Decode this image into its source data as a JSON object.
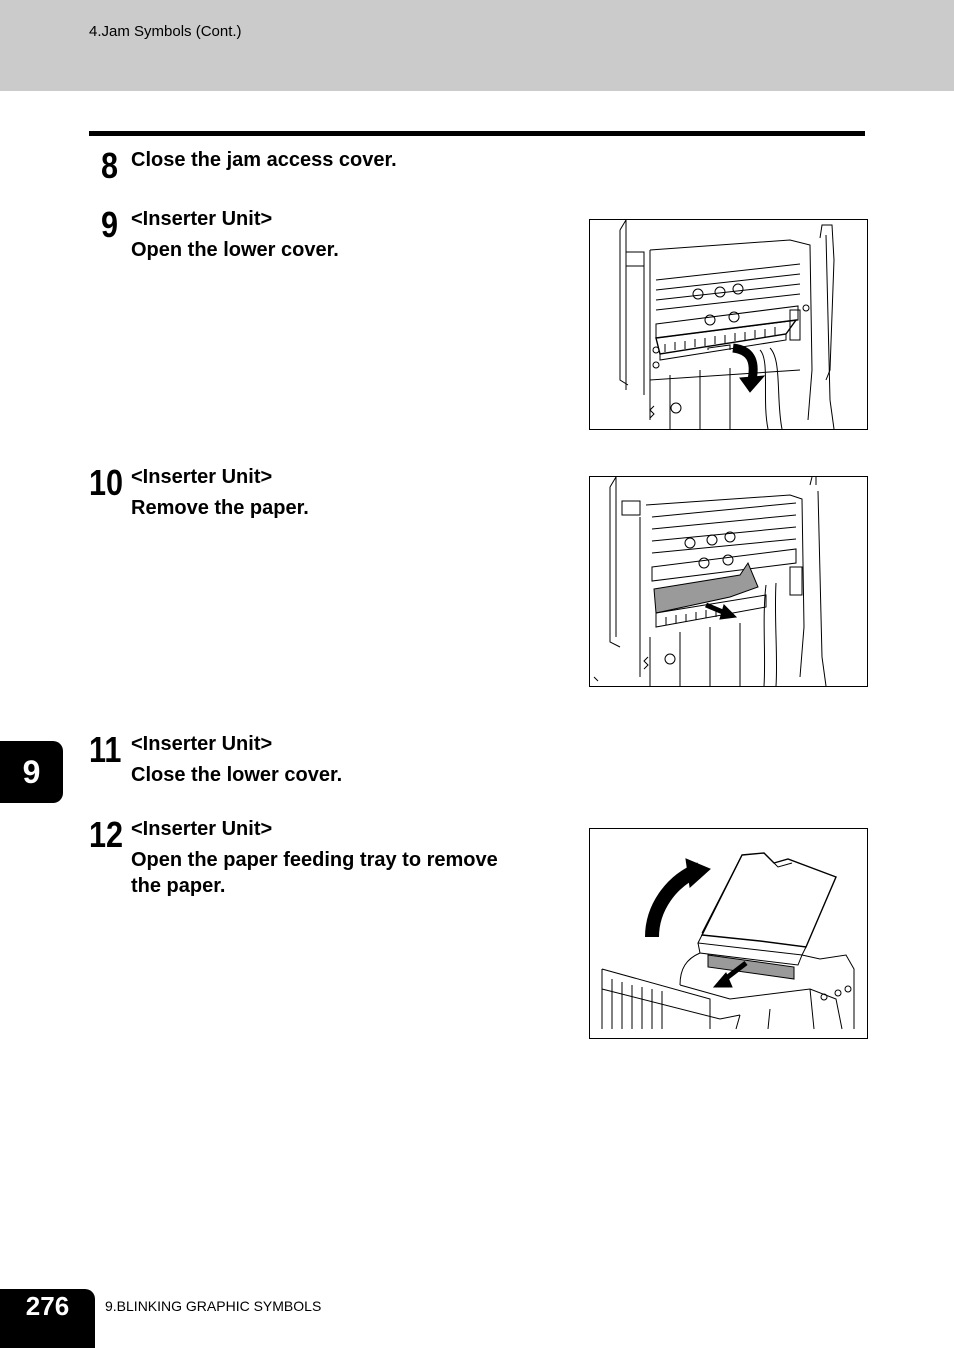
{
  "header": {
    "title": "4.Jam Symbols (Cont.)"
  },
  "steps": [
    {
      "number": "8",
      "lines": [
        "Close the jam access cover."
      ]
    },
    {
      "number": "9",
      "lines": [
        "<Inserter Unit>",
        "Open the lower cover."
      ]
    },
    {
      "number": "10",
      "lines": [
        "<Inserter Unit>",
        "Remove the paper."
      ]
    },
    {
      "number": "11",
      "lines": [
        "<Inserter Unit>",
        "Close the lower cover."
      ]
    },
    {
      "number": "12",
      "lines": [
        "<Inserter Unit>",
        "Open the paper feeding tray to remove",
        "the paper."
      ]
    }
  ],
  "chapter_tab": "9",
  "footer": {
    "page_number": "276",
    "section": "9.BLINKING GRAPHIC SYMBOLS"
  },
  "illustrations": [
    "lower-cover-open-illustration",
    "remove-paper-illustration",
    "paper-feeding-tray-illustration"
  ]
}
